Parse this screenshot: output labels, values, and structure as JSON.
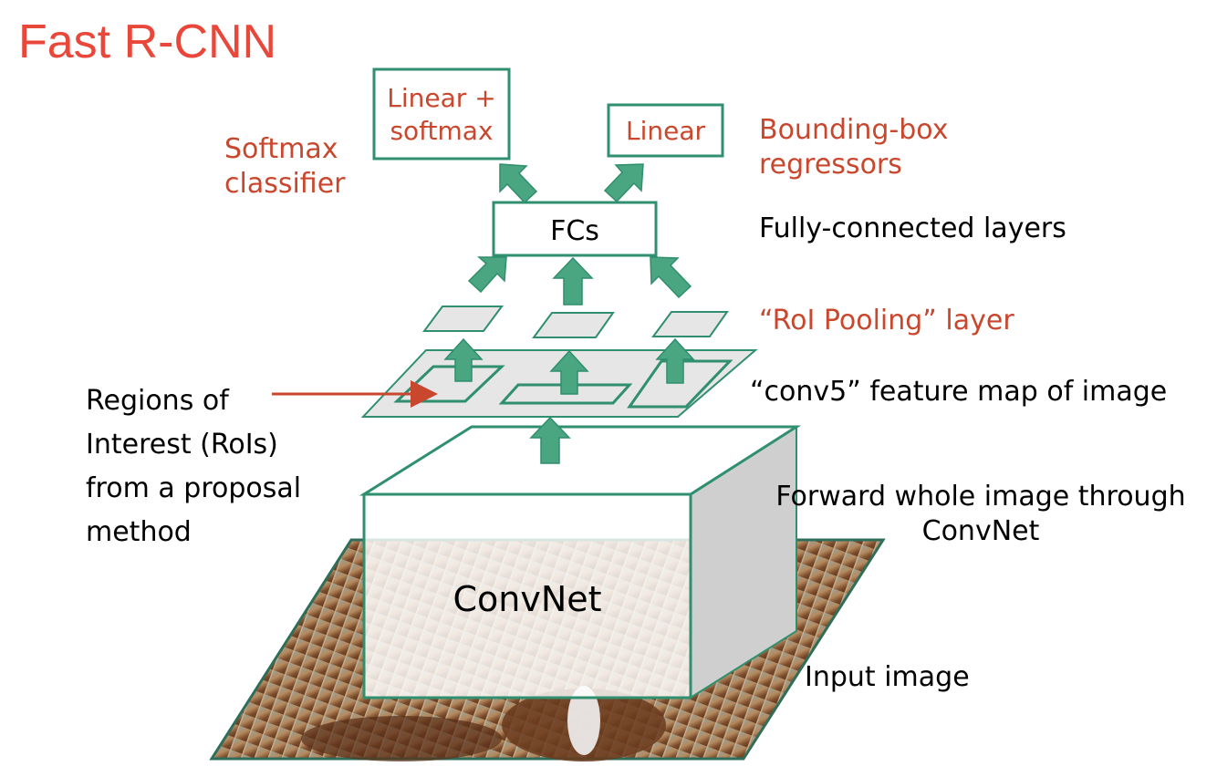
{
  "title": "Fast R-CNN",
  "boxes": {
    "softmax_box": [
      "Linear +",
      "softmax"
    ],
    "linear_box": "Linear",
    "fcs_box": "FCs",
    "convnet_box": "ConvNet"
  },
  "labels": {
    "softmax_classifier": [
      "Softmax",
      "classifier"
    ],
    "bbox_regressors": [
      "Bounding-box",
      "regressors"
    ],
    "fully_connected": "Fully-connected layers",
    "roi_pooling": "“RoI Pooling” layer",
    "conv5": "“conv5” feature map of image",
    "regions": [
      "Regions of",
      "Interest (RoIs)",
      "from a proposal",
      "method"
    ],
    "forward": [
      "Forward whole image through",
      "ConvNet"
    ],
    "input_image": "Input image"
  },
  "colors": {
    "title": "#e8473a",
    "accent_red": "#c8472d",
    "green_stroke": "#2f8f6e",
    "green_arrow": "#4aa581",
    "gray_plane": "#e6e6e6"
  }
}
